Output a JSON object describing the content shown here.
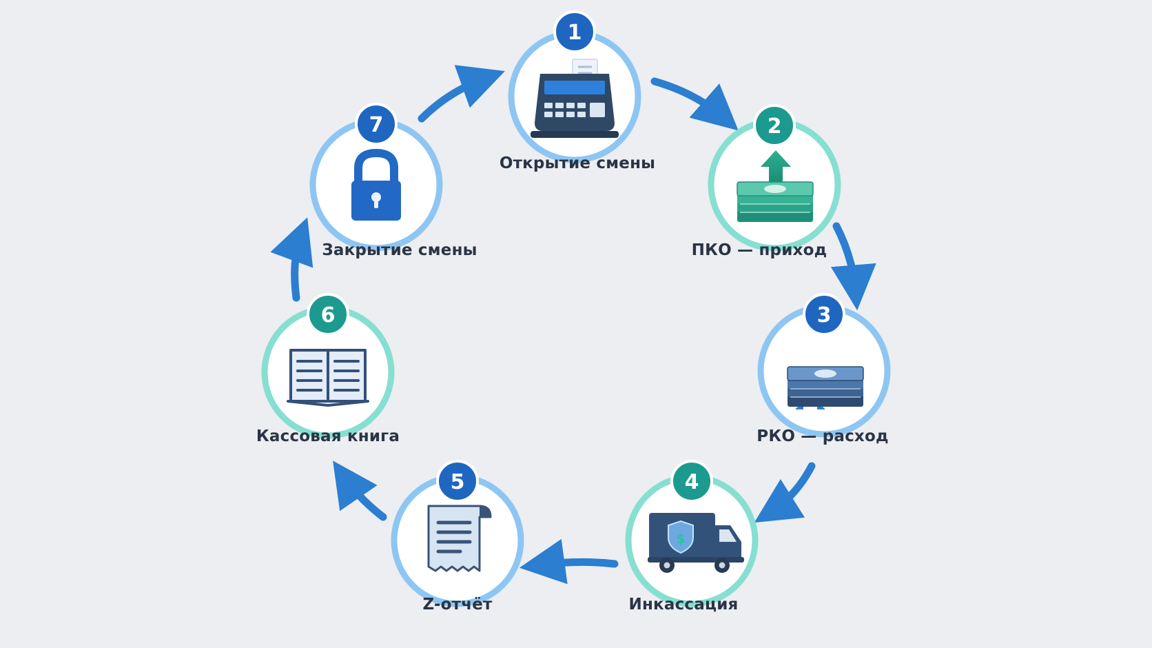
{
  "colors": {
    "background": "#eceef1",
    "arrow": "#2b7ed0",
    "ring_blue": "#8ec6f3",
    "ring_teal": "#86dfd0",
    "badge_blue": "#1f66c0",
    "badge_teal": "#1c9a8f",
    "icon_dark": "#2f4866",
    "icon_blue": "#2169c4",
    "icon_teal": "#1c9a8f",
    "money_green": "#4cb9a0",
    "label_text": "#2a3445"
  },
  "steps": [
    {
      "number": "1",
      "label": "Открытие смены",
      "icon": "cash-register-icon",
      "ring": "blue",
      "badge": "blue"
    },
    {
      "number": "2",
      "label": "ПКО — приход",
      "icon": "money-income-icon",
      "ring": "teal",
      "badge": "teal"
    },
    {
      "number": "3",
      "label": "РКО — расход",
      "icon": "money-expense-icon",
      "ring": "blue",
      "badge": "blue"
    },
    {
      "number": "4",
      "label": "Инкассация",
      "icon": "armored-truck-icon",
      "ring": "teal",
      "badge": "teal"
    },
    {
      "number": "5",
      "label": "Z-отчёт",
      "icon": "receipt-icon",
      "ring": "blue",
      "badge": "blue"
    },
    {
      "number": "6",
      "label": "Кассовая книга",
      "icon": "open-book-icon",
      "ring": "teal",
      "badge": "teal"
    },
    {
      "number": "7",
      "label": "Закрытие смены",
      "icon": "padlock-icon",
      "ring": "blue",
      "badge": "blue"
    }
  ]
}
